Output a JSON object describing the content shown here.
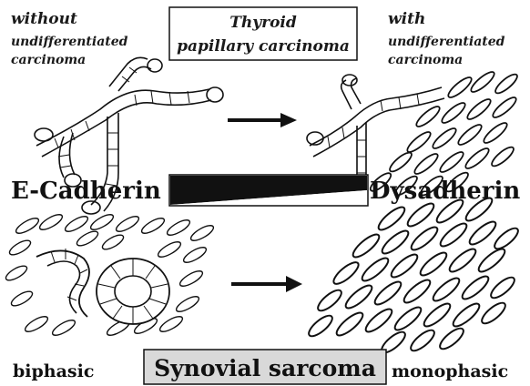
{
  "top": {
    "left_caption": [
      "without",
      "undifferentiated",
      "carcinoma"
    ],
    "title": [
      "Thyroid",
      "papillary carcinoma"
    ],
    "right_caption": [
      "with",
      "undifferentiated",
      "carcinoma"
    ]
  },
  "middle": {
    "left_label": "E-Cadherin",
    "right_label": "Dysadherin"
  },
  "bottom": {
    "left_label": "biphasic",
    "title": "Synovial sarcoma",
    "right_label": "monophasic"
  },
  "colors": {
    "ink": "#111111",
    "box_fill": "#d9d9d9"
  }
}
